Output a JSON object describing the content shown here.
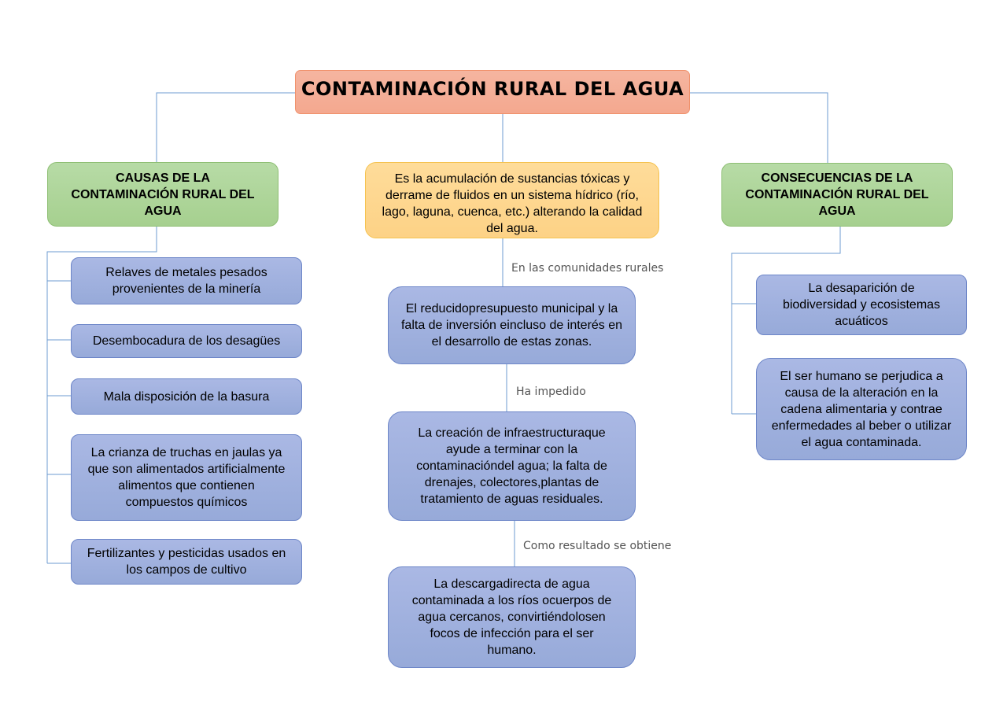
{
  "title": "CONTAMINACIÓN RURAL DEL AGUA",
  "definition": "Es la acumulación de sustancias tóxicas y derrame de fluidos en un sistema hídrico (río, lago, laguna, cuenca, etc.) alterando la calidad del agua.",
  "causes": {
    "heading": "CAUSAS DE LA CONTAMINACIÓN RURAL DEL AGUA",
    "items": [
      "Relaves de metales pesados provenientes de la minería",
      "Desembocadura de los desagües",
      "Mala disposición de la basura",
      "La crianza de truchas en jaulas ya que son alimentados artificialmente alimentos que contienen compuestos químicos",
      "Fertilizantes y pesticidas usados en los campos de cultivo"
    ]
  },
  "consequences": {
    "heading": "CONSECUENCIAS DE LA CONTAMINACIÓN RURAL DEL AGUA",
    "items": [
      "La desaparición de biodiversidad y ecosistemas acuáticos",
      "El ser humano se perjudica a causa de la alteración en la cadena alimentaria y contrae enfermedades al beber o utilizar el agua contaminada."
    ]
  },
  "flow": {
    "label_1": "En las comunidades rurales",
    "step_1": "El reducidopresupuesto municipal y la falta de inversión eincluso de interés en el desarrollo de estas zonas.",
    "label_2": "Ha impedido",
    "step_2": "La creación de infraestructuraque ayude a terminar con la contaminacióndel agua; la falta de drenajes, colectores,plantas de tratamiento de aguas residuales.",
    "label_3": "Como resultado se obtiene",
    "step_3": "La descargadirecta de agua contaminada a los ríos ocuerpos de agua cercanos, convirtiéndolosen focos de infección para el ser humano."
  },
  "colors": {
    "title_fill": "#f4ad95",
    "green_fill": "#aed59a",
    "yellow_fill": "#fed690",
    "blue_fill": "#a0b1de",
    "connector": "#6d9bd1"
  }
}
